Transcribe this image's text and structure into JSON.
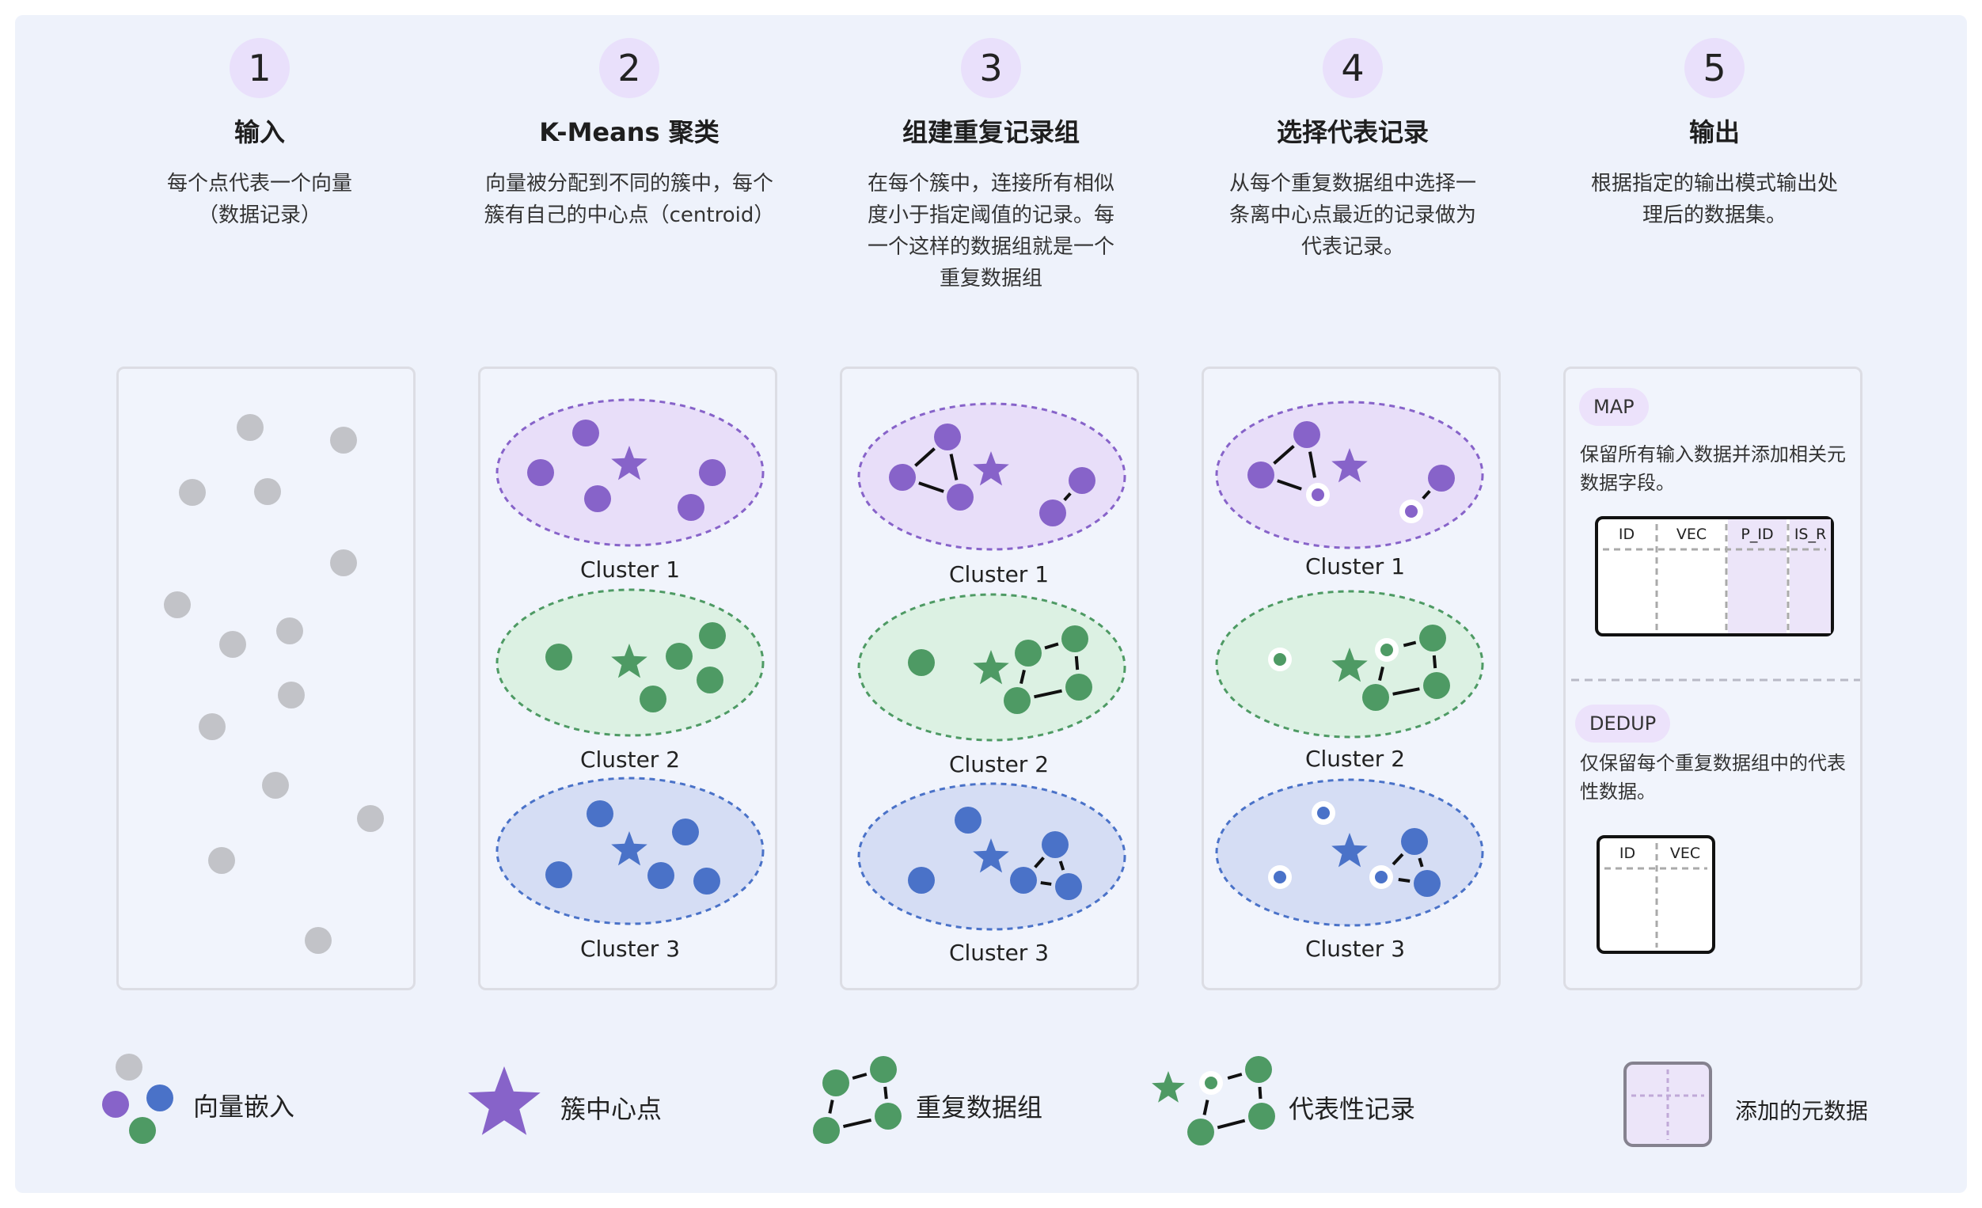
{
  "steps": [
    {
      "number": "1",
      "title": "输入",
      "desc": "每个点代表一个向量（数据记录）"
    },
    {
      "number": "2",
      "title": "K-Means 聚类",
      "desc": "向量被分配到不同的簇中，每个簇有自己的中心点（centroid）"
    },
    {
      "number": "3",
      "title": "组建重复记录组",
      "desc": "在每个簇中，连接所有相似度小于指定阈值的记录。每一个这样的数据组就是一个重复数据组"
    },
    {
      "number": "4",
      "title": "选择代表记录",
      "desc": "从每个重复数据组中选择一条离中心点最近的记录做为代表记录。"
    },
    {
      "number": "5",
      "title": "输出",
      "desc": "根据指定的输出模式输出处理后的数据集。"
    }
  ],
  "clusters": [
    "Cluster 1",
    "Cluster 2",
    "Cluster 3"
  ],
  "output": {
    "map": {
      "badge": "MAP",
      "desc": "保留所有输入数据并添加相关元数据字段。",
      "columns": [
        "ID",
        "VEC",
        "P_ID",
        "IS_R"
      ]
    },
    "dedup": {
      "badge": "DEDUP",
      "desc": "仅保留每个重复数据组中的代表性数据。",
      "columns": [
        "ID",
        "VEC"
      ]
    }
  },
  "legend": {
    "vector": "向量嵌入",
    "centroid": "簇中心点",
    "dup_group": "重复数据组",
    "representative": "代表性记录",
    "metadata": "添加的元数据"
  },
  "colors": {
    "purple": "#8763c9",
    "green": "#4e9a64",
    "blue": "#4a72c8",
    "gray": "#c2c3c8",
    "purple_fill": "#e8def9",
    "green_fill": "#dcf1e3",
    "blue_fill": "#d5ddf4"
  }
}
